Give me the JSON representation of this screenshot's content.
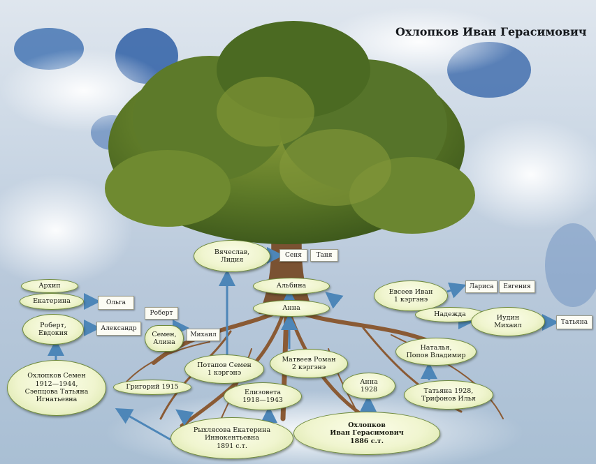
{
  "title": "Охлопков Иван Герасимович",
  "nodes": {
    "vyacheslav": "Вячеслав,\nЛидия",
    "albina": "Альбина",
    "anna_upper": "Анна",
    "evseev": "Евсеев Иван\n1 кэргэнэ",
    "nadezhda": "Надежда",
    "iudin": "Иудин\nМихаил",
    "arkhip": "Архип",
    "ekaterina": "Екатерина",
    "robert_evdokia": "Роберт,\nЕвдокия",
    "semen_alina": "Семен,\nАлина",
    "okhlopkov_semen": "Охлопков Семен\n1912—1944,\nСэепцова Татьяна\nИгнатьевна",
    "grigory": "Григорий 1915",
    "potapov": "Потапов Семен\n1 кэргэнэ",
    "matveev": "Матвеев Роман\n2 кэргэнэ",
    "elizaveta": "Елизовета\n1918—1943",
    "anna_1928": "Анна\n1928",
    "natalya": "Наталья,\nПопов Владимир",
    "tatyana_1928": "Татьяна 1928,\nТрифонов Илья",
    "ryllyasova": "Рыхлясова Екатерина\nИннокентьевна\n1891 с.т.",
    "ivan": "Охлопков\nИван Герасимович\n1886 с.т."
  },
  "boxes": {
    "senya": "Сеня",
    "tanya_box": "Таня",
    "larisa": "Лариса",
    "evgenia": "Евгения",
    "tatyana_box": "Татьяна",
    "olga": "Ольга",
    "alexander": "Александр",
    "robert": "Роберт",
    "mikhail": "Михаил"
  },
  "colors": {
    "sky": "#c9d6e4",
    "leaf_dark": "#3f5a1c",
    "leaf_light": "#8fa03c",
    "trunk": "#7a5232",
    "root": "#8a5a34",
    "arrow": "#4d86b8",
    "node_fill": "#f0f5cf",
    "node_border": "#6f8a3c"
  }
}
